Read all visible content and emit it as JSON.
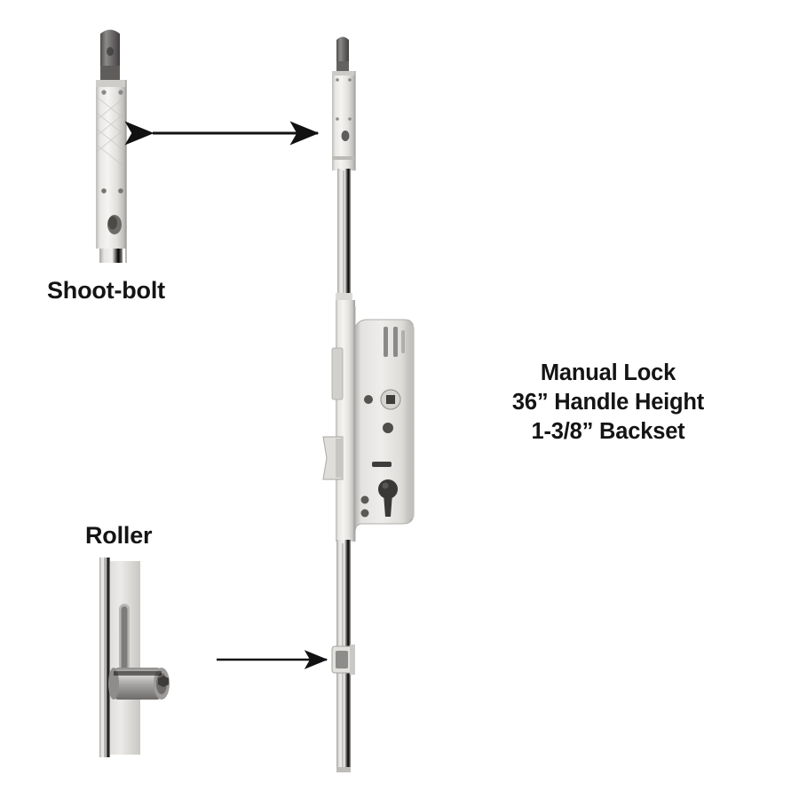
{
  "diagram": {
    "title_block": {
      "line1": "Manual Lock",
      "line2": "36” Handle Height",
      "line3": "1-3/8” Backset"
    },
    "callouts": [
      {
        "id": "shoot-bolt",
        "label": "Shoot-bolt",
        "arrow": "double-headed",
        "arrow_direction": "horizontal",
        "points_to": "top shoot-bolt assembly"
      },
      {
        "id": "roller",
        "label": "Roller",
        "arrow": "single-headed",
        "arrow_direction": "right",
        "points_to": "lower rail roller cam"
      }
    ],
    "components": {
      "shoot_bolt_detail": "enlarged shoot-bolt with rounded steel pin and slotted faceplate",
      "roller_detail": "enlarged adjustable roller cam on slotted rail",
      "main_assembly": "multipoint lock strip with gearbox, latch bolt, deadbolt and euro cylinder"
    },
    "colors": {
      "background": "#ffffff",
      "text": "#141414",
      "arrow": "#111111",
      "metal_light": "#efeeec",
      "metal_mid": "#d7d5d2",
      "metal_shadow": "#a9a7a4",
      "steel_dark": "#6e6c6b",
      "hole_dark": "#3b3a39"
    }
  }
}
